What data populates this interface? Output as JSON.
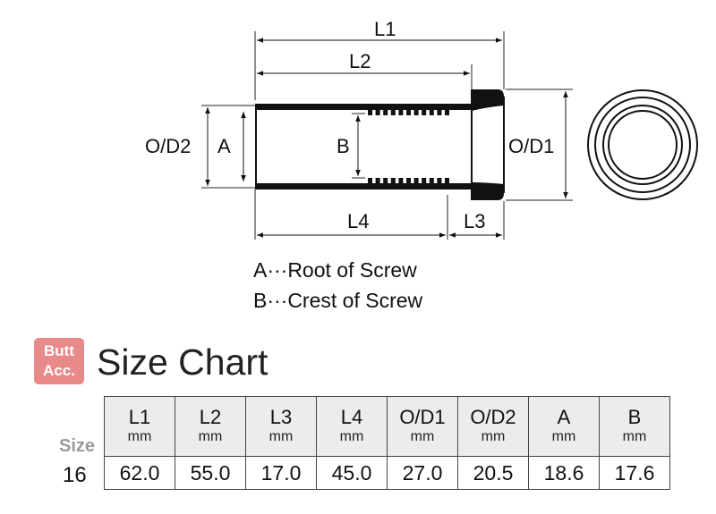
{
  "diagram": {
    "labels": {
      "l1": "L1",
      "l2": "L2",
      "l3": "L3",
      "l4": "L4",
      "od1": "O/D1",
      "od2": "O/D2",
      "a": "A",
      "b": "B"
    },
    "legend": {
      "a": "A···Root of Screw",
      "b": "B···Crest of Screw"
    }
  },
  "badge": {
    "line1": "Butt",
    "line2": "Acc."
  },
  "title": "Size Chart",
  "table": {
    "row_label": "Size",
    "columns": [
      {
        "name": "L1",
        "unit": "mm"
      },
      {
        "name": "L2",
        "unit": "mm"
      },
      {
        "name": "L3",
        "unit": "mm"
      },
      {
        "name": "L4",
        "unit": "mm"
      },
      {
        "name": "O/D1",
        "unit": "mm"
      },
      {
        "name": "O/D2",
        "unit": "mm"
      },
      {
        "name": "A",
        "unit": "mm"
      },
      {
        "name": "B",
        "unit": "mm"
      }
    ],
    "rows": [
      {
        "size": "16",
        "values": [
          "62.0",
          "55.0",
          "17.0",
          "45.0",
          "27.0",
          "20.5",
          "18.6",
          "17.6"
        ]
      }
    ]
  },
  "colors": {
    "badge": "#e98a8a",
    "header_bg": "#ececec",
    "size_label": "#9a9a9a"
  }
}
